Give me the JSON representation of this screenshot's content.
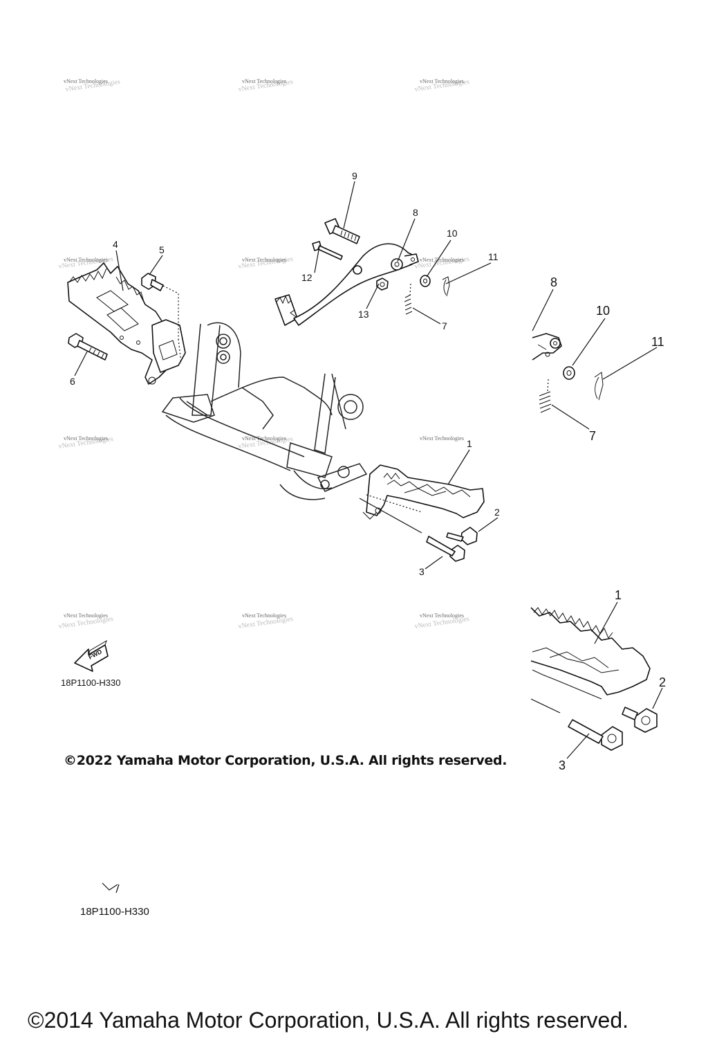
{
  "diagram": {
    "callouts": {
      "c1": "1",
      "c2": "2",
      "c3": "3",
      "c4": "4",
      "c5": "5",
      "c6": "6",
      "c7": "7",
      "c8": "8",
      "c9": "9",
      "c10": "10",
      "c11": "11",
      "c12": "12",
      "c13": "13"
    },
    "detail_callouts": {
      "d8": "8",
      "d10": "10",
      "d11": "11",
      "d7": "7",
      "d1": "1",
      "d2": "2",
      "d3": "3"
    },
    "fwd_label": "FWD",
    "watermark": "vNext Technologies",
    "diagram_code_1": "18P1100-H330",
    "diagram_code_2": "18P1100-H330",
    "copyright_2022": "©2022 Yamaha Motor Corporation, U.S.A. All rights reserved.",
    "copyright_2014": "©2014 Yamaha Motor Corporation, U.S.A. All rights reserved.",
    "fwd_icon": "fwd-arrow-icon"
  }
}
